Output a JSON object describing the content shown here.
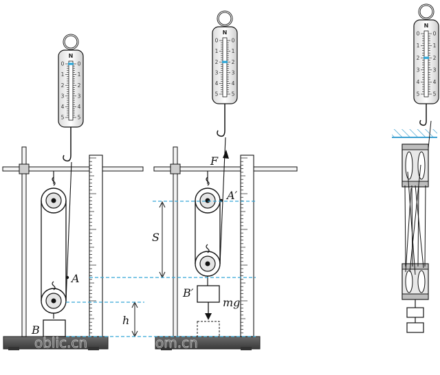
{
  "labels": {
    "block_b": "B",
    "point_a": "A",
    "height_h": "h",
    "force_f": "F",
    "point_a_prime": "A′",
    "distance_s": "S",
    "block_b_prime": "B′",
    "weight_mg": "mg"
  },
  "scale": {
    "unit_letter": "N",
    "ticks": [
      "0",
      "1",
      "2",
      "3",
      "4",
      "5"
    ]
  },
  "watermarks": {
    "left": "oblic.cn",
    "right": "om.cn"
  },
  "colors": {
    "dashed_line": "#36a6d6",
    "scale_pointer": "#2aa6d8",
    "ceiling": "#3a9fd0",
    "base": "#505050",
    "line": "#111111"
  }
}
